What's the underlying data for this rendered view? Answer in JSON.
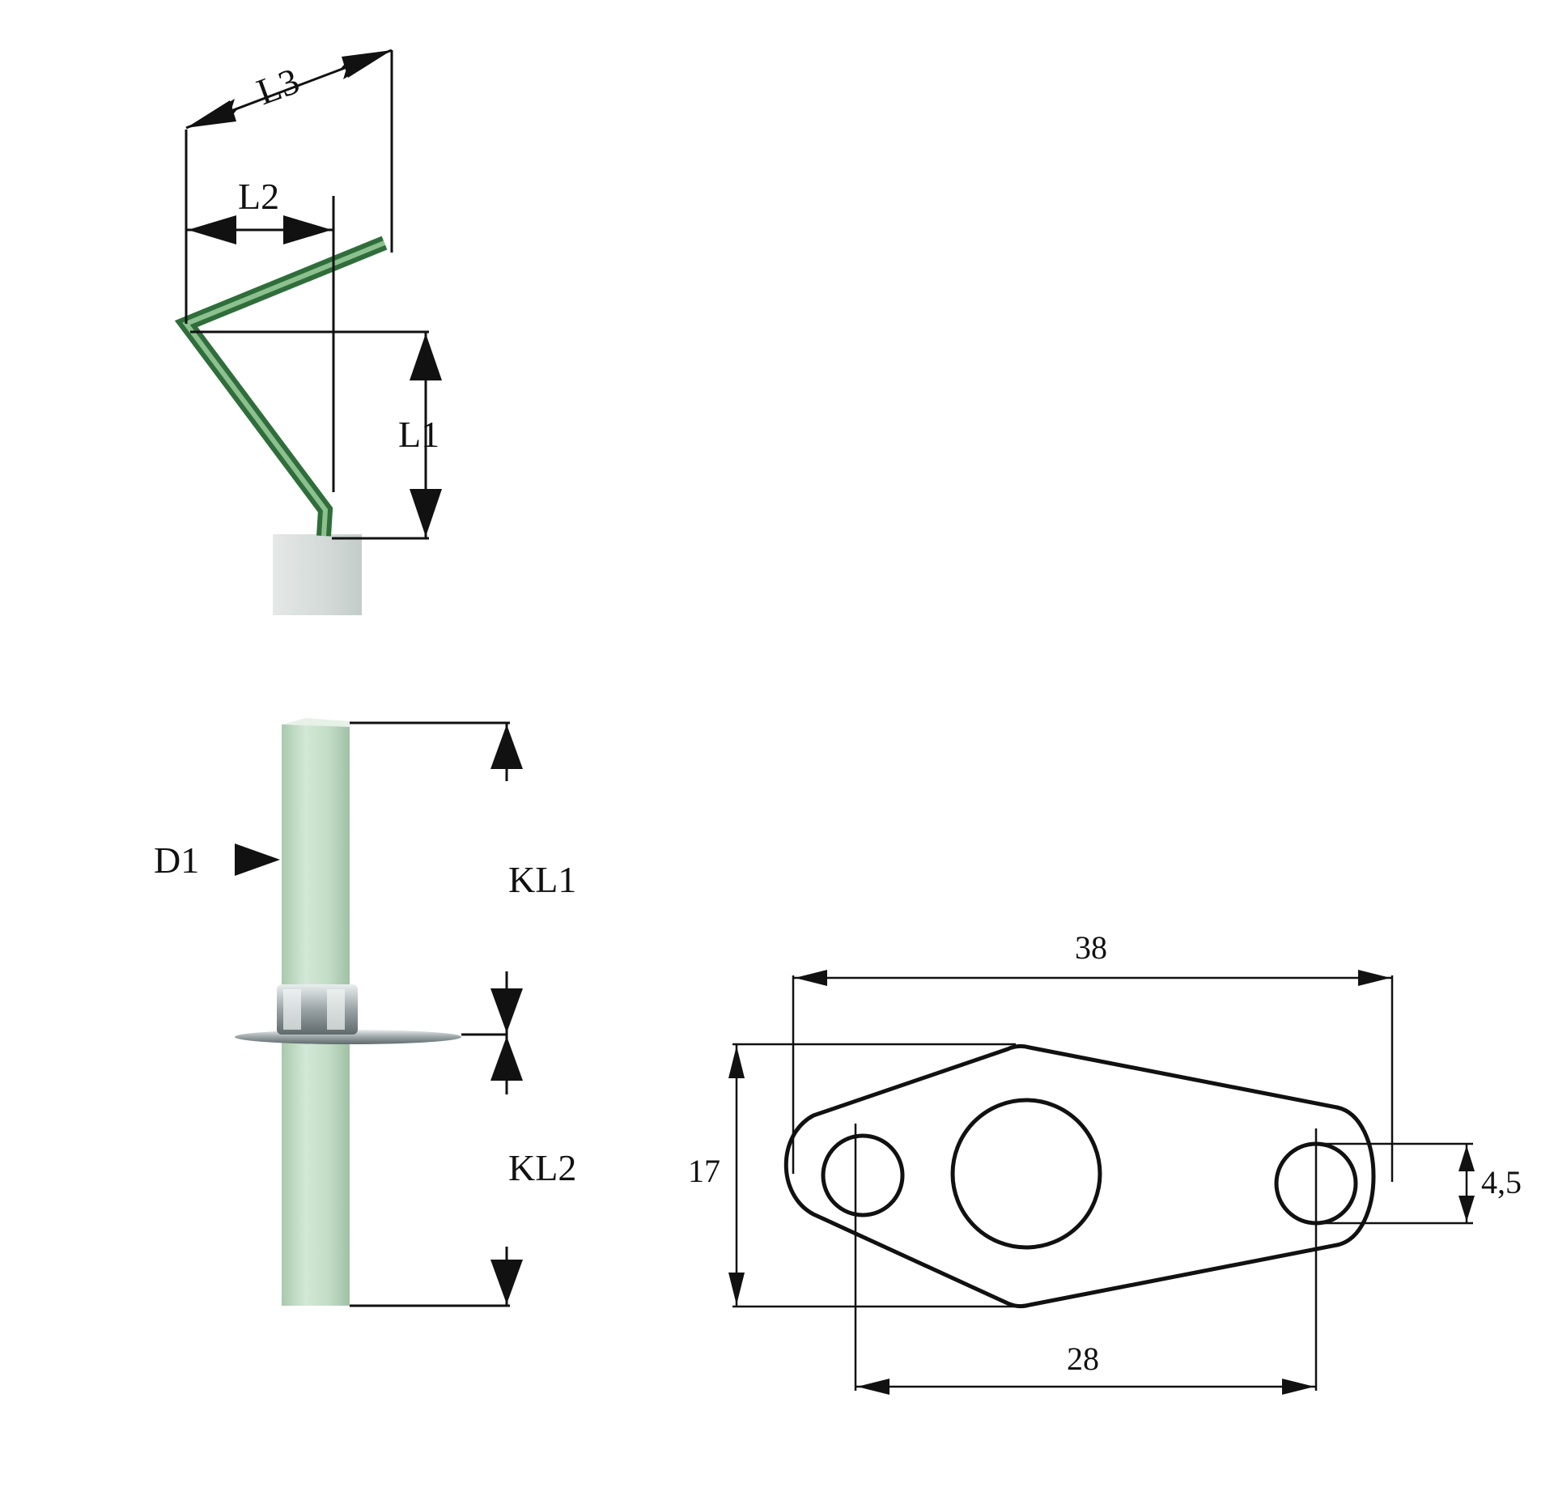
{
  "labels": {
    "l1": "L1",
    "l2": "L2",
    "l3": "L3",
    "d1": "D1",
    "kl1": "KL1",
    "kl2": "KL2"
  },
  "flange": {
    "width": "38",
    "height": "17",
    "hole_spacing": "28",
    "hole_diameter": "4,5"
  },
  "colors": {
    "electrode_dark": "#2f6e3b",
    "electrode_light": "#8cc08f",
    "ceramic": "#c9e0cc",
    "ceramic_shade": "#a9c9ae",
    "base_block": "#dde2e0",
    "metal": "#9aa3a6",
    "line": "#111111"
  }
}
